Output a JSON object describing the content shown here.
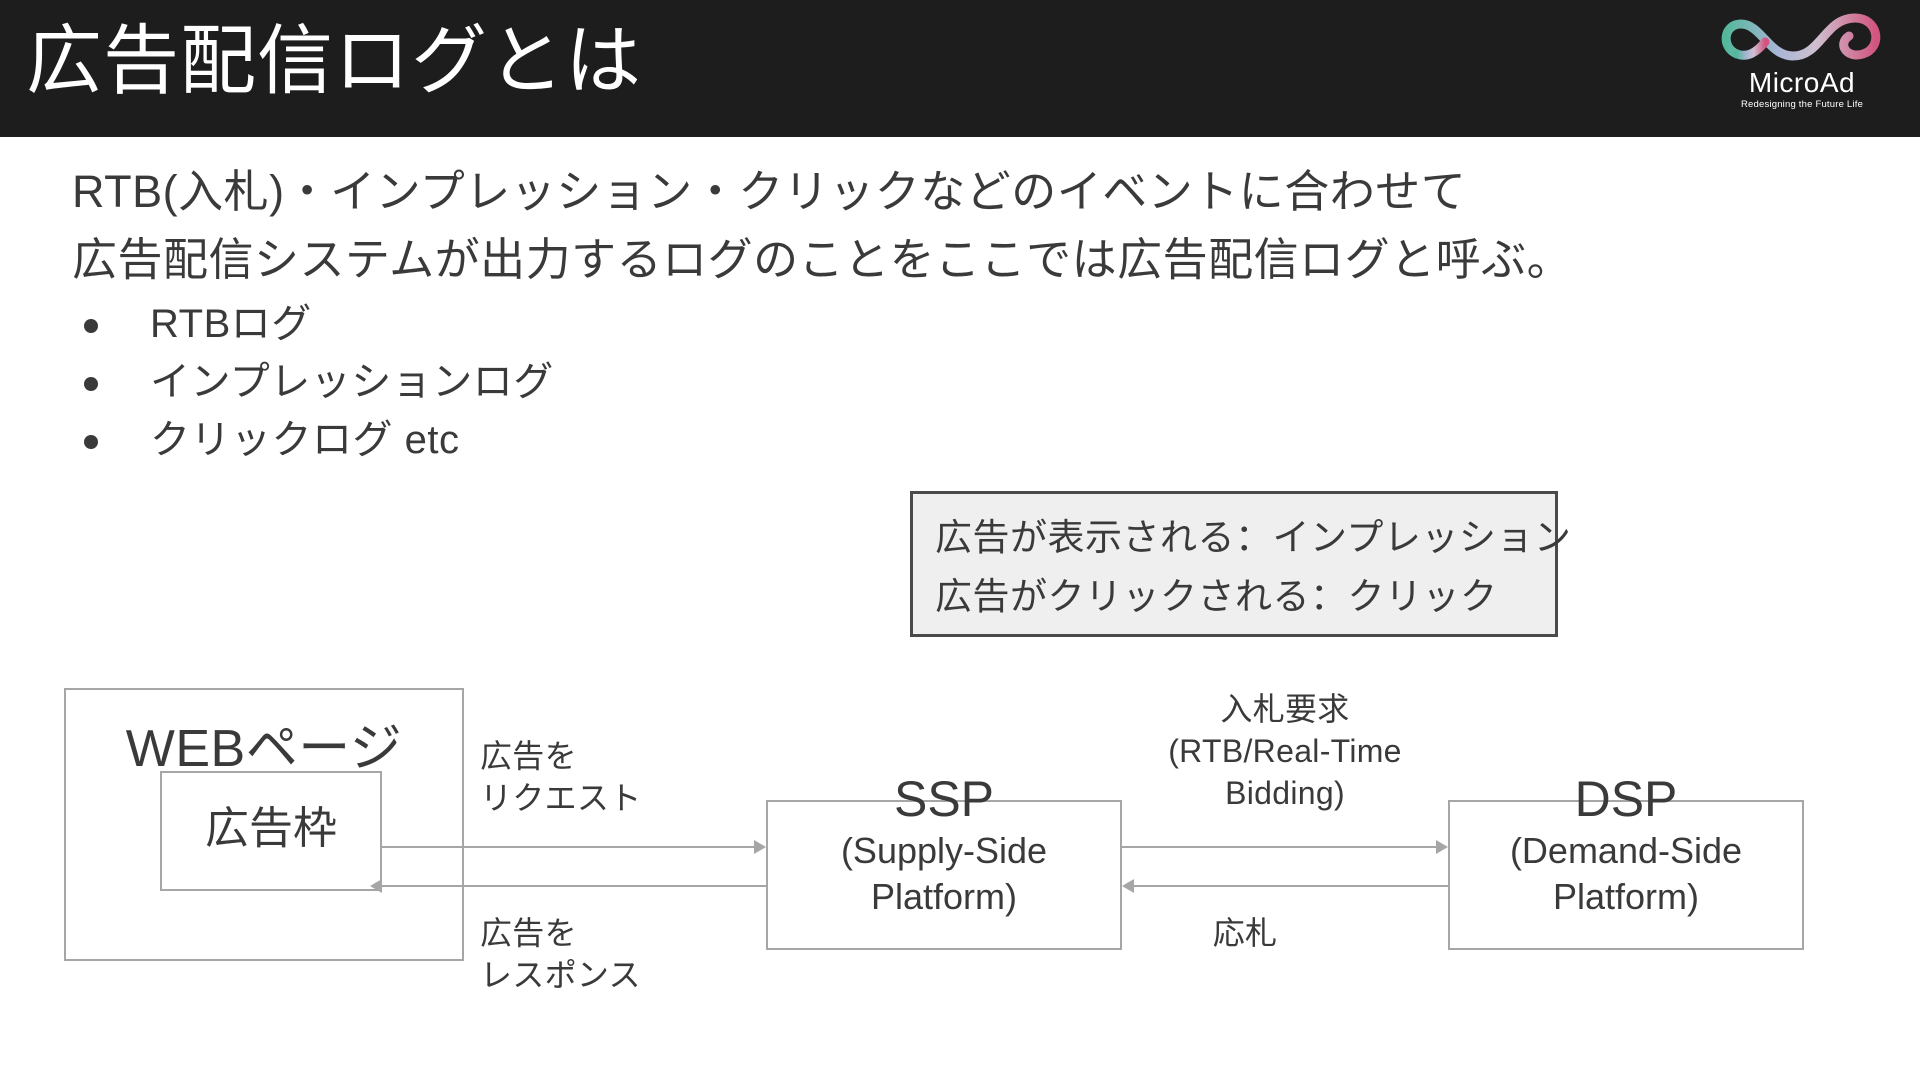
{
  "header": {
    "title": "広告配信ログとは",
    "bg_color": "#1d1d1d",
    "title_color": "#ffffff"
  },
  "logo": {
    "wordmark": "MicroAd",
    "tagline": "Redesigning the Future Life",
    "ribbon_colors": [
      "#5fbfa4",
      "#b9b7d8",
      "#d96a91"
    ]
  },
  "lede": "RTB(入札)・インプレッション・クリックなどのイベントに合わせて\n広告配信システムが出力するログのことをここでは広告配信ログと呼ぶ。",
  "bullets": [
    {
      "label": "RTBログ"
    },
    {
      "label": "インプレッションログ"
    },
    {
      "label": "クリックログ etc"
    }
  ],
  "callout": {
    "border_color": "#4a4a4a",
    "bg_color": "#efefef",
    "lines": [
      "広告が表示される：インプレッション",
      "広告がクリックされる：クリック"
    ]
  },
  "diagram": {
    "nodes": {
      "webpage": {
        "title": "WEBページ"
      },
      "adslot": {
        "title": "広告枠"
      },
      "ssp": {
        "abbr": "SSP",
        "full_line1": "(Supply-Side",
        "full_line2": "Platform)"
      },
      "dsp": {
        "abbr": "DSP",
        "full_line1": "(Demand-Side",
        "full_line2": "Platform)"
      }
    },
    "edges": {
      "ad_request": "広告を\nリクエスト",
      "ad_response": "広告を\nレスポンス",
      "bid_request": "入札要求\n(RTB/Real-Time\nBidding)",
      "bid_response": "応札"
    },
    "line_color": "#a6a6a6"
  }
}
